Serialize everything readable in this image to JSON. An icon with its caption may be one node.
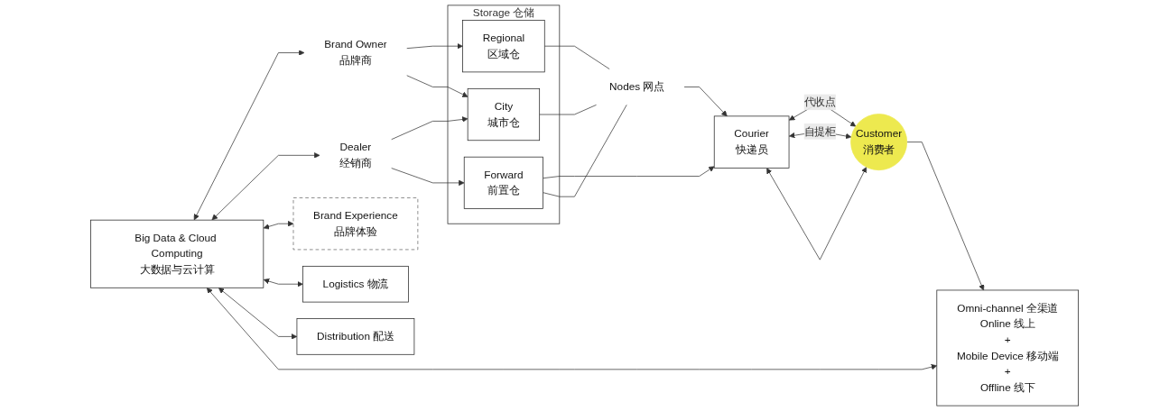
{
  "diagram": {
    "nodes": [
      {
        "text": [
          "Big Data & Cloud Computing",
          "大数据与云计算"
        ]
      },
      {
        "text": [
          "Brand Experience",
          "品牌体验"
        ]
      },
      {
        "text": [
          "Brand Owner",
          "品牌商"
        ]
      },
      {
        "text": [
          "Dealer",
          "经销商"
        ]
      },
      {
        "text": [
          "Storage 仓储"
        ]
      },
      {
        "text": [
          "Regional",
          "区域仓"
        ],
        "in": 4
      },
      {
        "text": [
          "City",
          "城市仓"
        ],
        "in": 4
      },
      {
        "text": [
          "Forward",
          "前置仓"
        ],
        "in": 4
      },
      {
        "text": [
          "Logistics 物流"
        ]
      },
      {
        "text": [
          "Nodes 网点"
        ]
      },
      {
        "text": [
          "Courier",
          "快递员"
        ]
      },
      {
        "text": [
          "Distribution 配送"
        ]
      },
      {
        "text": [
          "Customer",
          "消费者"
        ]
      },
      {
        "text": [
          "Omni-channel 全渠道",
          "Online 线上",
          "+",
          "Mobile Device 移动端",
          "+",
          "Offline 线下"
        ]
      }
    ],
    "edges": [
      {
        "from": 0,
        "to": 2,
        "arrow": "both"
      },
      {
        "from": 0,
        "to": 3,
        "arrow": "both"
      },
      {
        "from": 0,
        "to": 1,
        "arrow": "both"
      },
      {
        "from": 0,
        "to": 8,
        "arrow": "both"
      },
      {
        "from": 0,
        "to": 11,
        "arrow": "both"
      },
      {
        "from": 0,
        "to": 13,
        "arrow": "both"
      },
      {
        "from": 2,
        "to": 5,
        "arrow": "to"
      },
      {
        "from": 2,
        "to": 6,
        "arrow": "to"
      },
      {
        "from": 3,
        "to": 6,
        "arrow": "to"
      },
      {
        "from": 3,
        "to": 7,
        "arrow": "to"
      },
      {
        "from": 7,
        "to": 10,
        "arrow": "to"
      },
      {
        "from": 5,
        "to": 9,
        "arrow": "none"
      },
      {
        "from": 6,
        "to": 9,
        "arrow": "none"
      },
      {
        "from": 7,
        "to": 9,
        "arrow": "none"
      },
      {
        "from": 9,
        "to": 10,
        "arrow": "to"
      },
      {
        "from": 10,
        "to": 12,
        "label": "代收点",
        "arrow": "both"
      },
      {
        "from": 10,
        "to": 12,
        "label": "自提柜",
        "arrow": "both"
      },
      {
        "from": 10,
        "to": 12,
        "arrow": "both"
      },
      {
        "from": 12,
        "to": 13,
        "arrow": "to"
      }
    ]
  }
}
